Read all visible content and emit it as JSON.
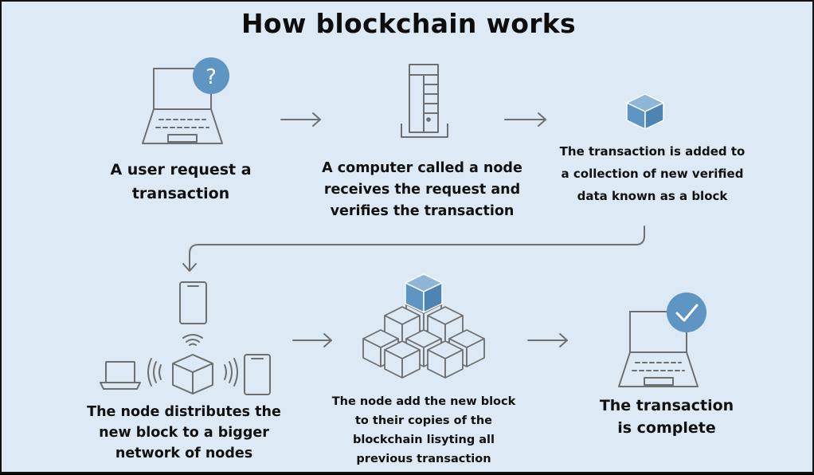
{
  "title": "How blockchain works",
  "steps": [
    {
      "label": "A user request a transaction",
      "icon": "laptop-question-icon"
    },
    {
      "label": "A computer called a node receives the request and verifies the transaction",
      "icon": "server-tower-icon"
    },
    {
      "label": "The transaction is added to a collection of new verified data known as a block",
      "icon": "cube-block-icon"
    },
    {
      "label": "The node distributes the new block to a bigger network of nodes",
      "icon": "network-devices-icon"
    },
    {
      "label": "The node add the new block to their copies of the blockchain lisyting all previous transaction",
      "icon": "block-stack-icon"
    },
    {
      "label": "The transaction is complete",
      "icon": "laptop-check-icon"
    }
  ],
  "colors": {
    "background": "#dde9f4",
    "accent": "#5e95c2",
    "stroke": "#6f6f6f",
    "text": "#111111"
  }
}
